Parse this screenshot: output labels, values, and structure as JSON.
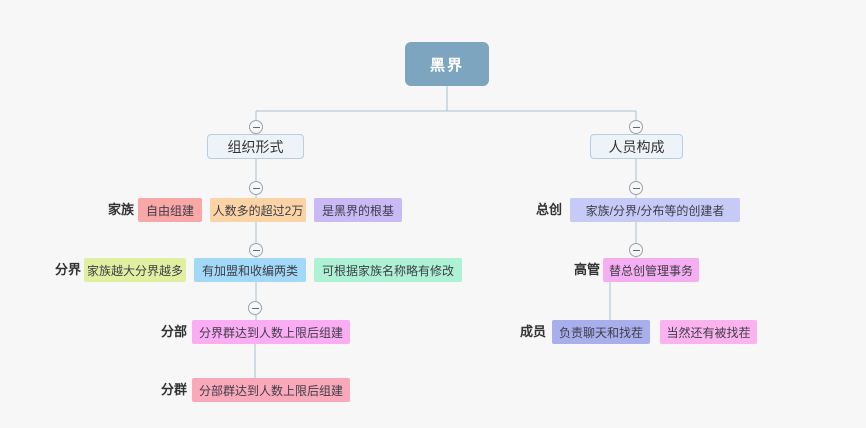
{
  "canvas": {
    "background": "#f7f7f7",
    "connector_color": "#a6c0d0"
  },
  "root": {
    "label": "黑界",
    "fill": "#7da5bf",
    "text_color": "#ffffff"
  },
  "toggle": {
    "icon": "minus-icon"
  },
  "branches": [
    {
      "topic": {
        "label": "组织形式",
        "fill": "#edf3f8",
        "border": "#b6cede"
      },
      "rows": [
        {
          "label": "家族",
          "nodes": [
            {
              "text": "自由组建",
              "fill": "#f9a7a7"
            },
            {
              "text": "人数多的超过2万",
              "fill": "#fbd3a4"
            },
            {
              "text": "是黑界的根基",
              "fill": "#c9b9f5"
            }
          ]
        },
        {
          "label": "分界",
          "nodes": [
            {
              "text": "家族越大分界越多",
              "fill": "#e1f0a0"
            },
            {
              "text": "有加盟和收编两类",
              "fill": "#a3d9f8"
            },
            {
              "text": "可根据家族名称略有修改",
              "fill": "#aef2d5"
            }
          ]
        },
        {
          "label": "分部",
          "nodes": [
            {
              "text": "分界群达到人数上限后组建",
              "fill": "#fbadf4"
            }
          ]
        },
        {
          "label": "分群",
          "nodes": [
            {
              "text": "分部群达到人数上限后组建",
              "fill": "#faa9ba"
            }
          ]
        }
      ]
    },
    {
      "topic": {
        "label": "人员构成",
        "fill": "#edf3f8",
        "border": "#b6cede"
      },
      "rows": [
        {
          "label": "总创",
          "nodes": [
            {
              "text": "家族/分界/分布等的创建者",
              "fill": "#c5caf7"
            }
          ]
        },
        {
          "label": "高管",
          "nodes": [
            {
              "text": "替总创管理事务",
              "fill": "#f6aef2"
            }
          ]
        },
        {
          "label": "成员",
          "nodes": [
            {
              "text": "负责聊天和找茬",
              "fill": "#a9afec"
            },
            {
              "text": "当然还有被找茬",
              "fill": "#fab3ee"
            }
          ]
        }
      ]
    }
  ]
}
